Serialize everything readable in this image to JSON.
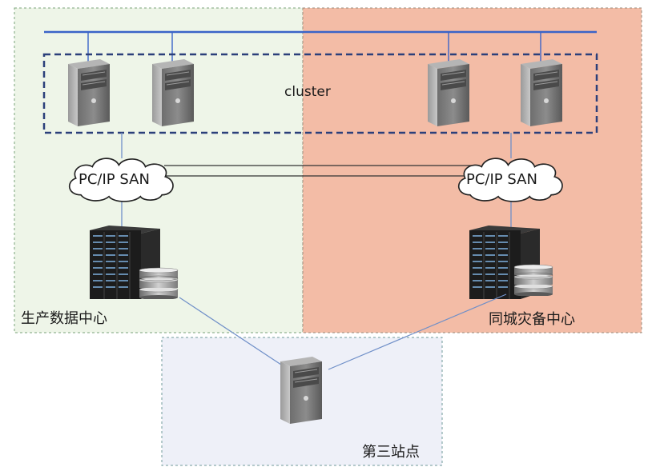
{
  "zones": {
    "production": {
      "label": "生产数据中心",
      "fill": "#eef5e8",
      "border": "#7aa37a"
    },
    "disaster_recovery": {
      "label": "同城灾备中心",
      "fill": "#f3bca6",
      "border": "#9a8a7a"
    },
    "third_site": {
      "label": "第三站点",
      "fill": "#eef0f8",
      "border": "#6f9a9a"
    }
  },
  "cluster": {
    "label": "cluster",
    "border": "#2b3f7a"
  },
  "san_left": {
    "label": "PC/IP SAN"
  },
  "san_right": {
    "label": "PC/IP SAN"
  },
  "colors": {
    "top_bus": "#3a64c8",
    "link": "#6f8fc8",
    "san_link": "#333333"
  },
  "icons": {
    "cluster_servers": [
      "server-tower-icon",
      "server-tower-icon",
      "server-tower-icon",
      "server-tower-icon"
    ],
    "storage": [
      "storage-rack-icon",
      "storage-rack-icon"
    ],
    "disks": [
      "disk-stack-icon",
      "disk-stack-icon"
    ],
    "third_site_server": "server-tower-icon"
  }
}
